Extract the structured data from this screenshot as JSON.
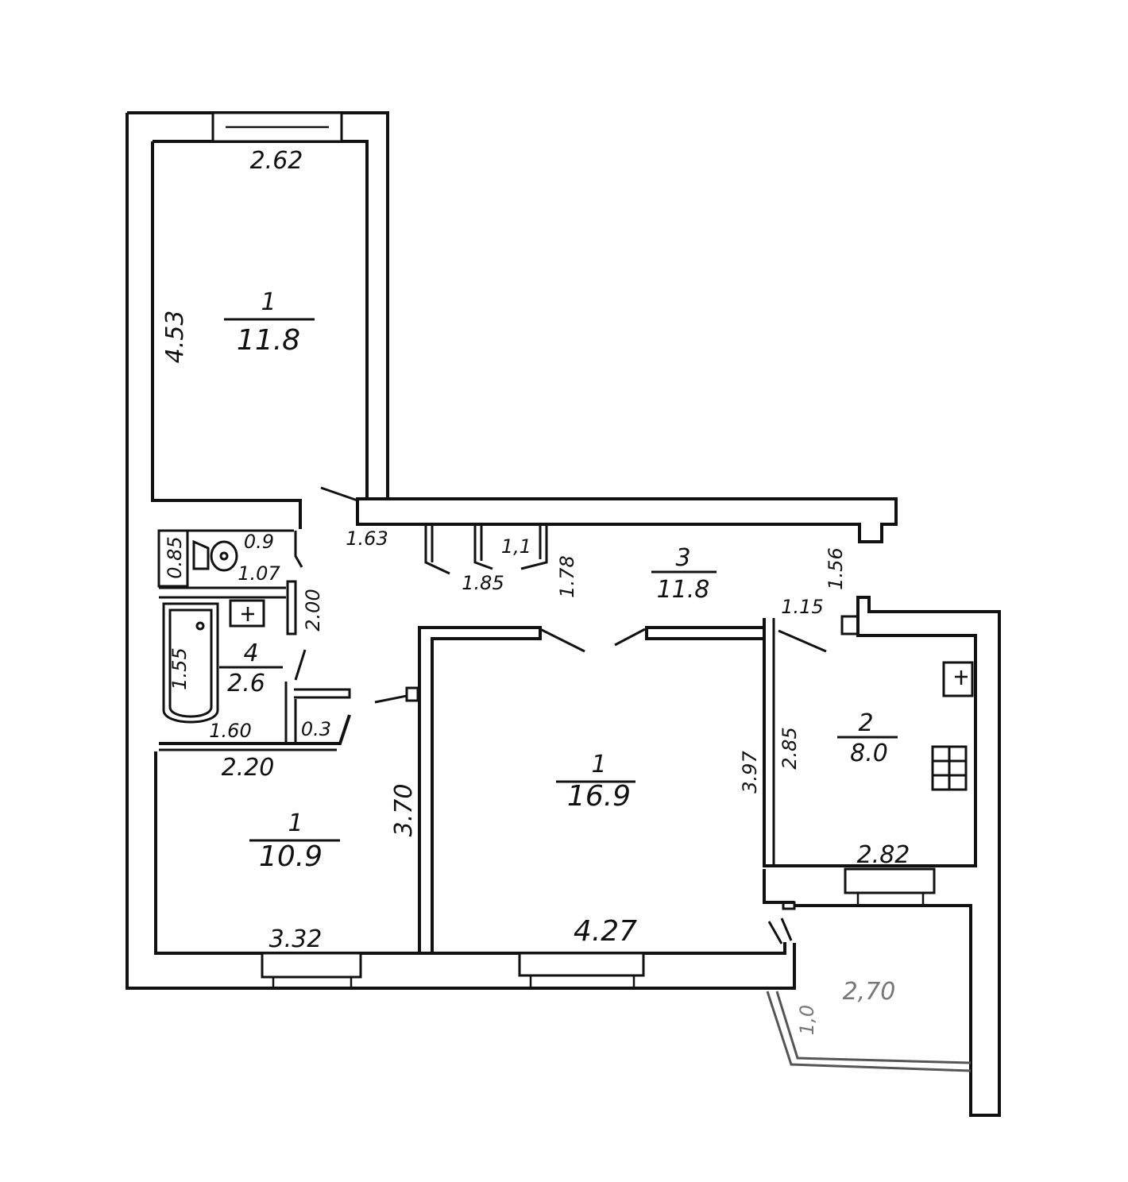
{
  "rooms": [
    {
      "id": "bedroom-top",
      "number": "1",
      "area": "11.8"
    },
    {
      "id": "living-room",
      "number": "1",
      "area": "16.9"
    },
    {
      "id": "bedroom-bottom",
      "number": "1",
      "area": "10.9"
    },
    {
      "id": "kitchen",
      "number": "2",
      "area": "8.0"
    },
    {
      "id": "hallway",
      "number": "3",
      "area": "11.8"
    },
    {
      "id": "bathroom",
      "number": "4",
      "area": "2.6"
    }
  ],
  "dimensions": {
    "d262": "2.62",
    "d453": "4.53",
    "d163": "1.63",
    "d09": "0.9",
    "d085": "0.85",
    "d107": "1.07",
    "d11": "1,1",
    "d185": "1.85",
    "d178": "1.78",
    "d156": "1.56",
    "d115": "1.15",
    "d200": "2.00",
    "d155": "1.55",
    "d160": "1.60",
    "d03": "0.3",
    "d220": "2.20",
    "d370": "3.70",
    "d397": "3.97",
    "d285": "2.85",
    "d282": "2.82",
    "d332": "3.32",
    "d427": "4.27",
    "d10": "1,0",
    "d270": "2,70"
  }
}
